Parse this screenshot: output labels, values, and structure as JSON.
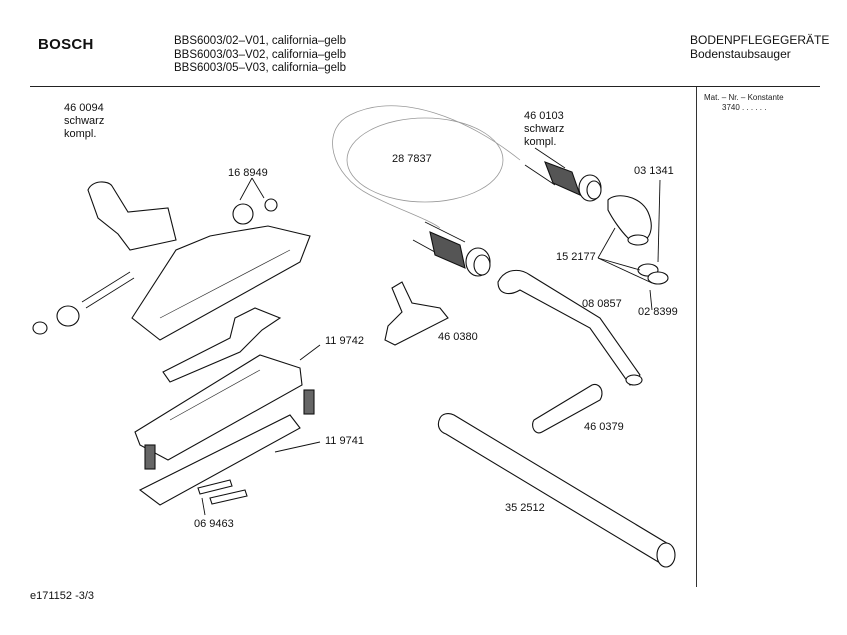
{
  "header": {
    "brand": "BOSCH",
    "models": [
      "BBS6003/02–V01, california–gelb",
      "BBS6003/03–V02, california–gelb",
      "BBS6003/05–V03, california–gelb"
    ],
    "category": "BODENPFLEGEGERÄTE",
    "subcategory": "Bodenstaubsauger"
  },
  "sidebar": {
    "mat_label": "Mat. – Nr. – Konstante",
    "mat_value": "3740 . . . . . ."
  },
  "parts": {
    "p460094": {
      "number": "46 0094",
      "line2": "schwarz",
      "line3": "kompl."
    },
    "p168949": {
      "number": "16 8949"
    },
    "p287837": {
      "number": "28 7837"
    },
    "p460103": {
      "number": "46 0103",
      "line2": "schwarz",
      "line3": "kompl."
    },
    "p031341": {
      "number": "03 1341"
    },
    "p152177": {
      "number": "15 2177"
    },
    "p080857": {
      "number": "08 0857"
    },
    "p028399": {
      "number": "02 8399"
    },
    "p460380": {
      "number": "46 0380"
    },
    "p119742": {
      "number": "11 9742"
    },
    "p119741": {
      "number": "11 9741"
    },
    "p460379": {
      "number": "46 0379"
    },
    "p352512": {
      "number": "35 2512"
    },
    "p069463": {
      "number": "06 9463"
    }
  },
  "footer": {
    "doc_id": "e171152 -3/3"
  }
}
